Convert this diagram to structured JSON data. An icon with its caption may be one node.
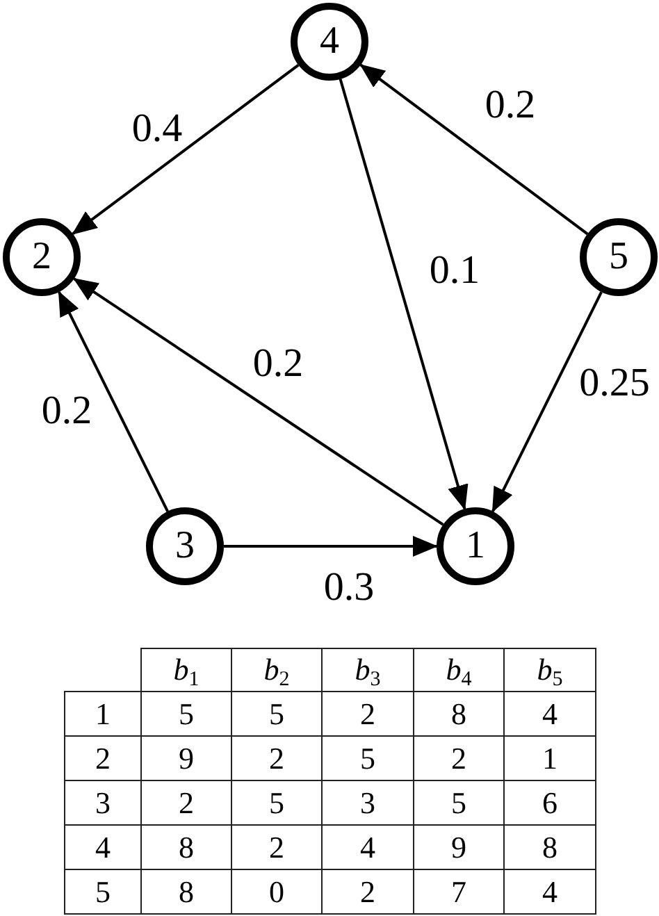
{
  "diagram": {
    "nodes": [
      {
        "text": [
          "4"
        ]
      },
      {
        "text": [
          "2"
        ]
      },
      {
        "text": [
          "5"
        ]
      },
      {
        "text": [
          "3"
        ]
      },
      {
        "text": [
          "1"
        ]
      }
    ],
    "edges": [
      {
        "from": 0,
        "to": 1,
        "arrow": "to",
        "label": "0.4"
      },
      {
        "from": 0,
        "to": 4,
        "arrow": "to",
        "label": "0.1"
      },
      {
        "from": 2,
        "to": 0,
        "arrow": "to",
        "label": "0.2"
      },
      {
        "from": 2,
        "to": 4,
        "arrow": "to",
        "label": "0.25"
      },
      {
        "from": 4,
        "to": 1,
        "arrow": "to",
        "label": "0.2"
      },
      {
        "from": 3,
        "to": 1,
        "arrow": "to",
        "label": "0.2"
      },
      {
        "from": 3,
        "to": 4,
        "arrow": "to",
        "label": "0.3"
      }
    ],
    "labels": [
      "*b*$_{1}$",
      "*b*$_{2}$",
      "*b*$_{3}$",
      "*b*$_{4}$",
      "*b*$_{5}$",
      "1",
      "5",
      "5",
      "2",
      "8",
      "4",
      "2",
      "9",
      "2",
      "5",
      "2",
      "1",
      "3",
      "2",
      "5",
      "3",
      "5",
      "6",
      "4",
      "8",
      "2",
      "4",
      "9",
      "8",
      "5",
      "8",
      "0",
      "2",
      "7",
      "4"
    ]
  }
}
